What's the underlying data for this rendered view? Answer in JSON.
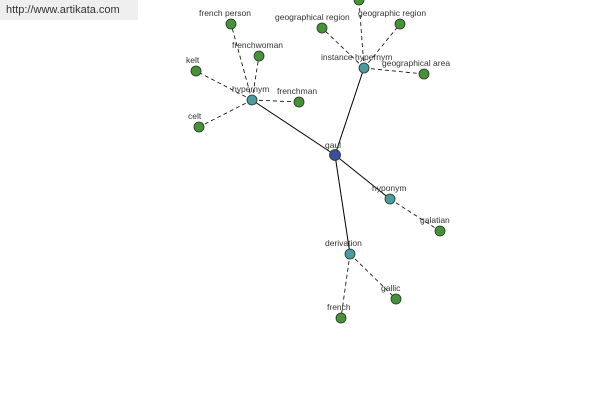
{
  "site_link": "http://www.artikata.com",
  "colors": {
    "center": "#3a4e9a",
    "relation": "#4f9aa0",
    "leaf": "#4a8f3c",
    "stroke": "#1e3a1e",
    "edge": "#000000"
  },
  "graph": {
    "center": "gaul",
    "relations": [
      {
        "id": "hypernym",
        "label": "hypernym",
        "leaves": [
          "french person",
          "frenchwoman",
          "kelt",
          "frenchman",
          "celt"
        ]
      },
      {
        "id": "instance-hypernym",
        "label": "instance hypernym",
        "leaves": [
          "geographical region",
          "geographic region",
          "geographical area",
          ""
        ]
      },
      {
        "id": "hyponym",
        "label": "hyponym",
        "leaves": [
          "galatian"
        ]
      },
      {
        "id": "derivation",
        "label": "derivation",
        "leaves": [
          "gallic",
          "french"
        ]
      }
    ]
  }
}
